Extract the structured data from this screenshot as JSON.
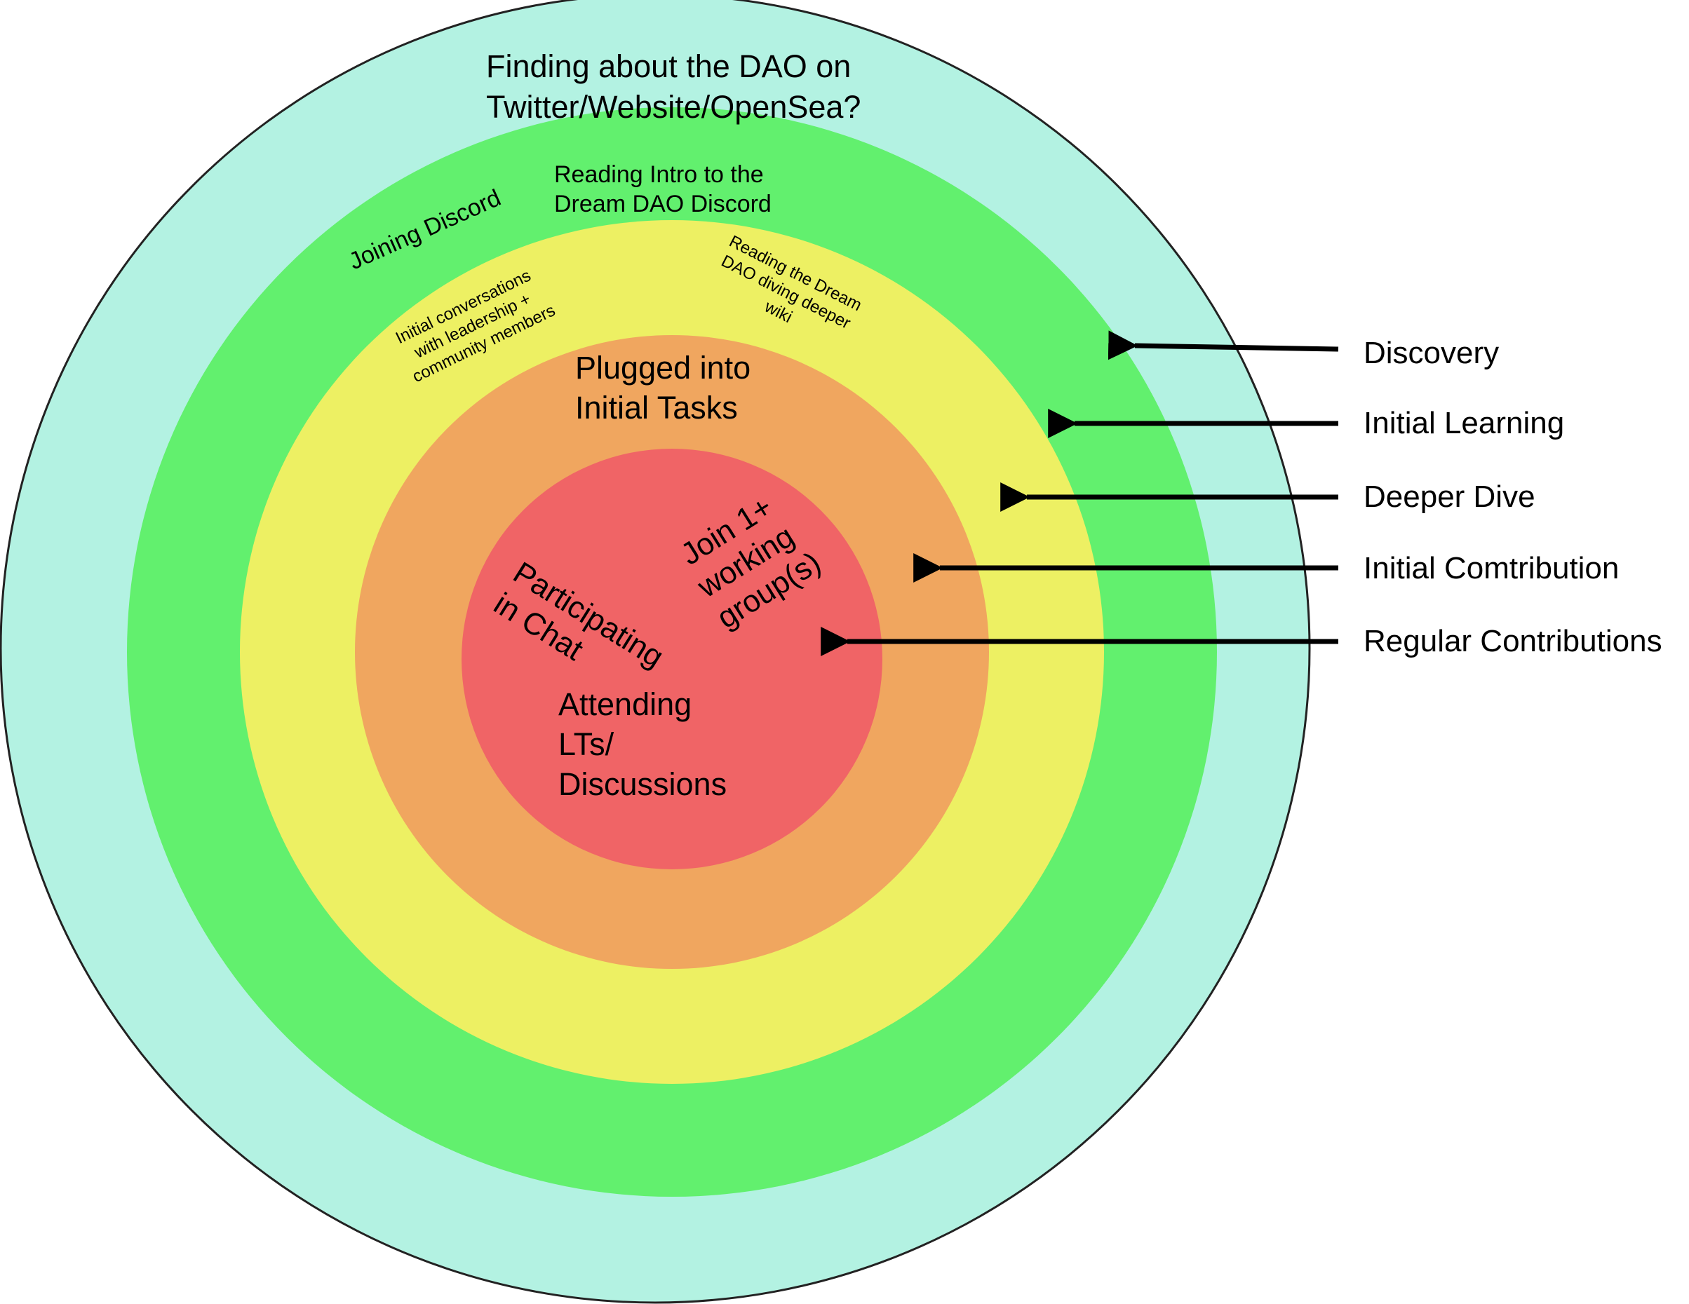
{
  "diagram": {
    "stages": [
      {
        "name": "Discovery",
        "color": "#b3f2e2"
      },
      {
        "name": "Initial Learning",
        "color": "#62f06e"
      },
      {
        "name": "Deeper Dive",
        "color": "#edf063"
      },
      {
        "name": "Initial Comtribution",
        "color": "#f0a65f"
      },
      {
        "name": "Regular Contributions",
        "color": "#f06466"
      }
    ],
    "labels": {
      "discovery_line1": "Finding about the DAO on",
      "discovery_line2": "Twitter/Website/OpenSea?",
      "joining_discord": "Joining Discord",
      "reading_intro_line1": "Reading Intro to the",
      "reading_intro_line2": "Dream DAO Discord",
      "initial_conv_line1": "Initial conversations",
      "initial_conv_line2": "with leadership +",
      "initial_conv_line3": "community members",
      "reading_wiki_line1": "Reading the Dream",
      "reading_wiki_line2": "DAO diving deeper",
      "reading_wiki_line3": "wiki",
      "plugged_line1": "Plugged into",
      "plugged_line2": "Initial Tasks",
      "join_line1": "Join 1+",
      "join_line2": "working",
      "join_line3": "group(s)",
      "participating_line1": "Participating",
      "participating_line2": "in Chat",
      "attending_line1": "Attending",
      "attending_line2": "LTs/",
      "attending_line3": "Discussions"
    },
    "arrow_color": "#000000"
  }
}
